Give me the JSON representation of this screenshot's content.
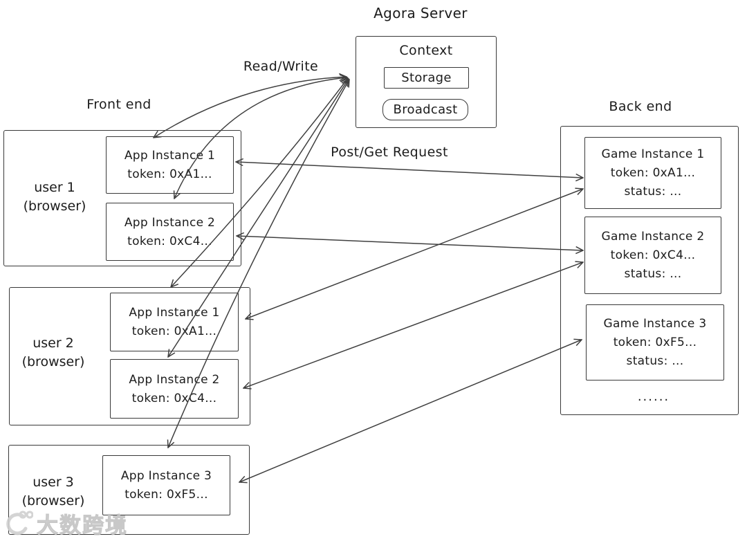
{
  "server": {
    "title": "Agora Server",
    "context_label": "Context",
    "storage_label": "Storage",
    "broadcast_label": "Broadcast"
  },
  "labels": {
    "front_end": "Front end",
    "back_end": "Back end",
    "read_write": "Read/Write",
    "post_get": "Post/Get Request",
    "ellipsis": "......"
  },
  "frontend": {
    "users": [
      {
        "name": "user 1",
        "sub": "(browser)",
        "instances": [
          {
            "title": "App Instance 1",
            "token": "token: 0xA1..."
          },
          {
            "title": "App Instance 2",
            "token": "token: 0xC4..."
          }
        ]
      },
      {
        "name": "user 2",
        "sub": "(browser)",
        "instances": [
          {
            "title": "App Instance 1",
            "token": "token: 0xA1..."
          },
          {
            "title": "App Instance 2",
            "token": "token: 0xC4..."
          }
        ]
      },
      {
        "name": "user 3",
        "sub": "(browser)",
        "instances": [
          {
            "title": "App Instance 3",
            "token": "token: 0xF5..."
          }
        ]
      }
    ]
  },
  "backend": {
    "instances": [
      {
        "title": "Game Instance 1",
        "token": "token: 0xA1...",
        "status": "status: ..."
      },
      {
        "title": "Game Instance 2",
        "token": "token: 0xC4...",
        "status": "status: ..."
      },
      {
        "title": "Game Instance 3",
        "token": "token: 0xF5...",
        "status": "status: ..."
      }
    ]
  },
  "watermark": {
    "logo": "dashu-logo-icon",
    "text": "大数跨境"
  },
  "colors": {
    "stroke": "#3f3f3f",
    "text": "#1c1c1c",
    "watermark": "#d4d4d4",
    "background": "#ffffff"
  }
}
